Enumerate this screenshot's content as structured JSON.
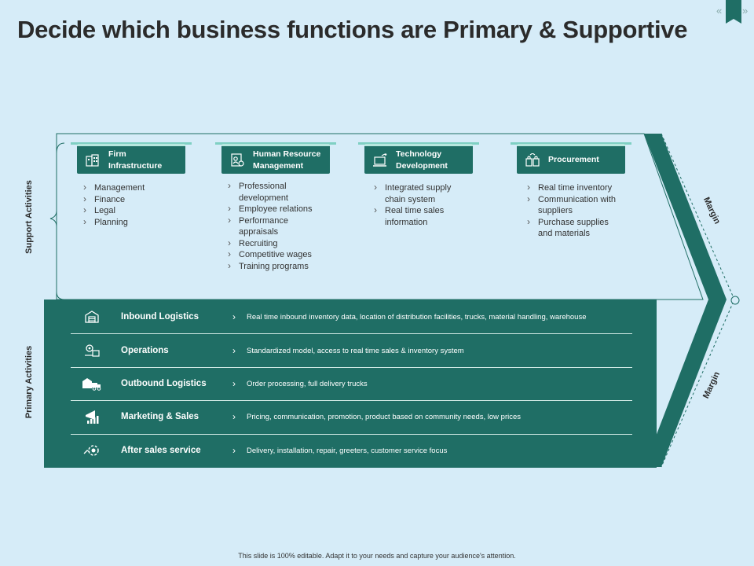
{
  "title": "Decide which business functions are Primary & Supportive",
  "nav": {
    "prev": "«",
    "next": "»"
  },
  "support_label": "Support Activities",
  "primary_label": "Primary Activities",
  "margin_top": "Margin",
  "margin_bottom": "Margin",
  "support": [
    {
      "title_1": "Firm",
      "title_2": "Infrastructure",
      "icon": "building-icon",
      "items": [
        "Management",
        "Finance",
        "Legal",
        "Planning"
      ]
    },
    {
      "title_1": "Human Resource",
      "title_2": "Management",
      "icon": "id-card-icon",
      "items": [
        "Professional",
        "development",
        "Employee relations",
        "Performance",
        "appraisals",
        "Recruiting",
        "Competitive wages",
        "Training programs"
      ]
    },
    {
      "title_1": "Technology",
      "title_2": "Development",
      "icon": "laptop-icon",
      "items": [
        "Integrated supply",
        "chain system",
        "Real time sales",
        "information"
      ]
    },
    {
      "title_1": "Procurement",
      "title_2": "",
      "icon": "shopping-bags-icon",
      "items": [
        "Real time inventory",
        "Communication with",
        "suppliers",
        "Purchase supplies",
        "and materials"
      ]
    }
  ],
  "primary": [
    {
      "name": "Inbound Logistics",
      "icon": "warehouse-icon",
      "desc": "Real time inbound inventory data, location of distribution facilities, trucks, material handling, warehouse"
    },
    {
      "name": "Operations",
      "icon": "gears-icon",
      "desc": "Standardized model, access to real time sales & inventory system"
    },
    {
      "name": "Outbound Logistics",
      "icon": "truck-icon",
      "desc": "Order processing, full delivery trucks"
    },
    {
      "name": "Marketing & Sales",
      "icon": "megaphone-icon",
      "desc": "Pricing, communication, promotion, product based on community needs, low prices"
    },
    {
      "name": "After sales service",
      "icon": "service-icon",
      "desc": "Delivery, installation, repair, greeters, customer service focus"
    }
  ],
  "footer": "This slide is 100% editable. Adapt it to your needs and capture your audience's attention."
}
